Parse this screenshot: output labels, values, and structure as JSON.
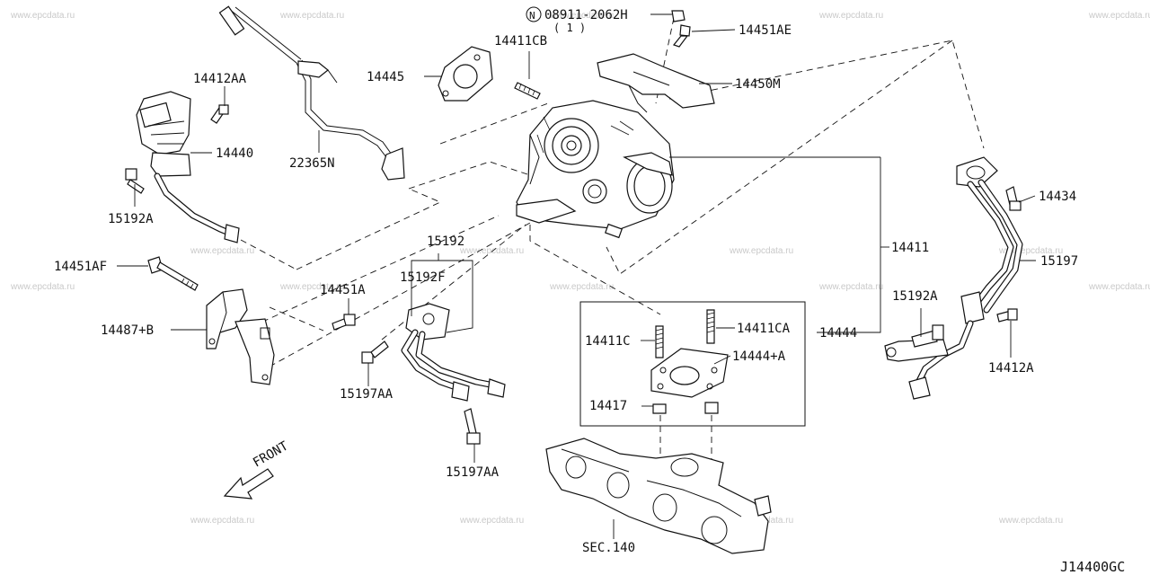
{
  "watermark": "www.epcdata.ru",
  "diagram_code": "J14400GC",
  "front_label": "FRONT",
  "sec_reference": "SEC.140",
  "note_part": {
    "circle_letter": "N",
    "number": "08911-2062H",
    "qty": "( 1 )"
  },
  "labels": {
    "p14411CB": "14411CB",
    "p14451AE": "14451AE",
    "p14445": "14445",
    "p14450M": "14450M",
    "p14412AA": "14412AA",
    "p14440": "14440",
    "p22365N": "22365N",
    "p15192A_left": "15192A",
    "p14434": "14434",
    "p14411": "14411",
    "p15192": "15192",
    "p14451AF": "14451AF",
    "p15192F": "15192F",
    "p15197": "15197",
    "p14451A": "14451A",
    "p15192A_right": "15192A",
    "p14487B": "14487+B",
    "p14411CA": "14411CA",
    "p14444": "14444",
    "p14411C": "14411C",
    "p14444A": "14444+A",
    "p14412A": "14412A",
    "p15197AA_left": "15197AA",
    "p14417": "14417",
    "p15197AA_bottom": "15197AA"
  }
}
